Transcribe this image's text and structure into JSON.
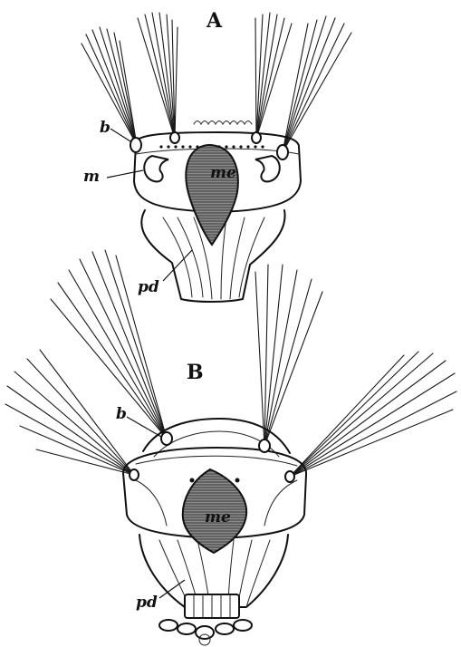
{
  "figure": {
    "panels": [
      {
        "letter": "A",
        "labels": {
          "b": "b",
          "m": "m",
          "me": "me",
          "pd": "pd"
        }
      },
      {
        "letter": "B",
        "labels": {
          "b": "b",
          "me": "me",
          "pd": "pd"
        }
      }
    ]
  },
  "colors": {
    "ink": "#111111",
    "hatch": "#555555",
    "background": "#ffffff"
  }
}
